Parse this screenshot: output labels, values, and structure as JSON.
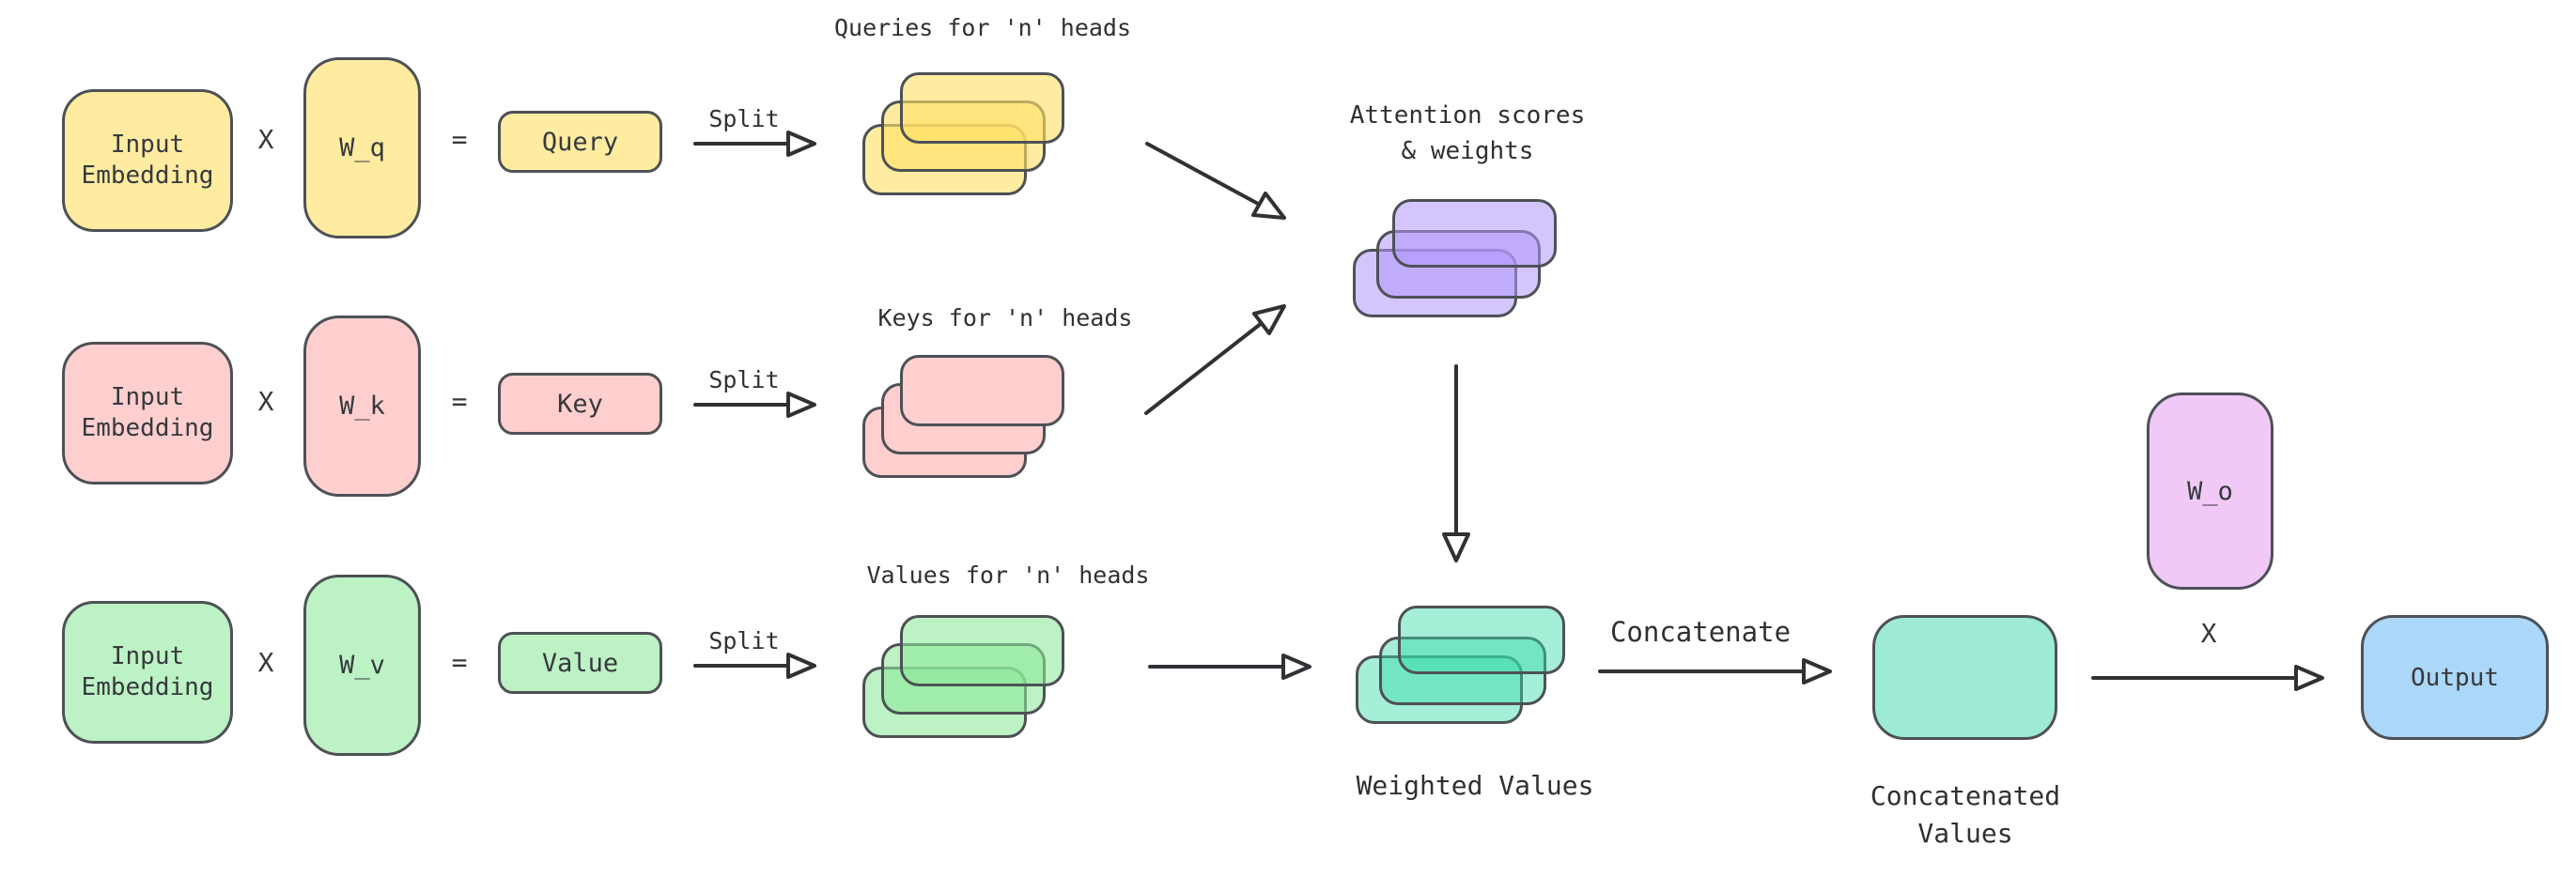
{
  "diagram": {
    "colors": {
      "yellow": "#ffec9e",
      "pink": "#ffcfcf",
      "green": "#bcf2c4",
      "violet": "#d4c6fd",
      "teal": "#a5eed8",
      "teal_solid": "#9debd4",
      "magenta": "#f0c9f6",
      "blue": "#abd7f8",
      "shape_stroke": "#4d5156",
      "arrow": "#2f3235",
      "text": "#36393d",
      "background": "#ffffff"
    },
    "rows": [
      {
        "input_label": "Input Embedding",
        "multiply_operator": "X",
        "weight_label": "W_q",
        "equals_operator": "=",
        "result_label": "Query",
        "split_label": "Split",
        "stack_label": "Queries for 'n' heads"
      },
      {
        "input_label": "Input Embedding",
        "multiply_operator": "X",
        "weight_label": "W_k",
        "equals_operator": "=",
        "result_label": "Key",
        "split_label": "Split",
        "stack_label": "Keys for 'n' heads"
      },
      {
        "input_label": "Input Embedding",
        "multiply_operator": "X",
        "weight_label": "W_v",
        "equals_operator": "=",
        "result_label": "Value",
        "split_label": "Split",
        "stack_label": "Values for 'n' heads"
      }
    ],
    "attention_stack": {
      "label_line1": "Attention scores",
      "label_line2": "& weights"
    },
    "weighted_stack": {
      "label": "Weighted Values"
    },
    "concatenate_arrow_label": "Concatenate",
    "concatenated_values": {
      "label_line1": "Concatenated",
      "label_line2": "Values"
    },
    "output_projection": {
      "weight_label": "W_o",
      "multiply_operator": "X"
    },
    "output": {
      "label": "Output"
    }
  }
}
